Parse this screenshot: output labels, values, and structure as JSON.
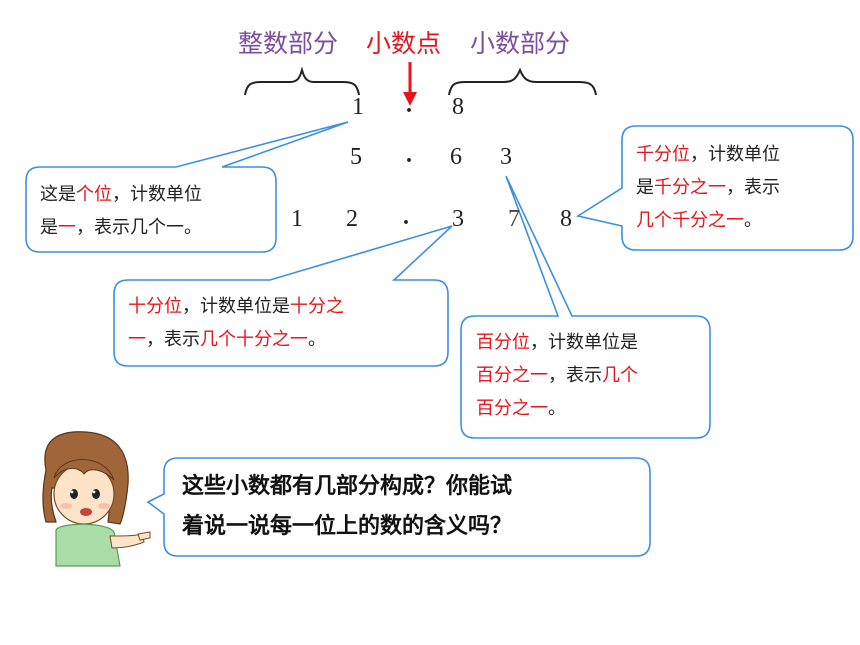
{
  "header": {
    "integer_part": "整数部分",
    "decimal_point": "小数点",
    "decimal_part": "小数部分",
    "colors": {
      "integer_part": "#7b4fa0",
      "decimal_point": "#e8141c",
      "decimal_part": "#7b4fa0"
    }
  },
  "numbers": {
    "row1": [
      "1",
      ".",
      "8"
    ],
    "row2": [
      "5",
      ".",
      "6",
      "3"
    ],
    "row3": [
      "1",
      "2",
      ".",
      "3",
      "7",
      "8"
    ]
  },
  "bubbles": {
    "ones": [
      [
        {
          "t": "这是",
          "h": false
        },
        {
          "t": "个位",
          "h": true
        },
        {
          "t": "，计数单位",
          "h": false
        }
      ],
      [
        {
          "t": "是",
          "h": false
        },
        {
          "t": "一",
          "h": true
        },
        {
          "t": "，表示几个一。",
          "h": false
        }
      ]
    ],
    "tenths": [
      [
        {
          "t": "十分位",
          "h": true
        },
        {
          "t": "，计数单位是",
          "h": false
        },
        {
          "t": "十分之",
          "h": true
        }
      ],
      [
        {
          "t": "一",
          "h": true
        },
        {
          "t": "，表示",
          "h": false
        },
        {
          "t": "几个十分之一",
          "h": true
        },
        {
          "t": "。",
          "h": false
        }
      ]
    ],
    "hundredths": [
      [
        {
          "t": "百分位",
          "h": true
        },
        {
          "t": "，计数单位是",
          "h": false
        }
      ],
      [
        {
          "t": "百分之一",
          "h": true
        },
        {
          "t": "，表示",
          "h": false
        },
        {
          "t": "几个",
          "h": true
        }
      ],
      [
        {
          "t": "百分之一",
          "h": true
        },
        {
          "t": "。",
          "h": false
        }
      ]
    ],
    "thousandths": [
      [
        {
          "t": "千分位",
          "h": true
        },
        {
          "t": "，计数单位",
          "h": false
        }
      ],
      [
        {
          "t": "是",
          "h": false
        },
        {
          "t": "千分之一",
          "h": true
        },
        {
          "t": "，表示",
          "h": false
        }
      ],
      [
        {
          "t": "几个千分之一",
          "h": true
        },
        {
          "t": "。",
          "h": false
        }
      ]
    ]
  },
  "question": {
    "line1": "这些小数都有几部分构成？你能试",
    "line2": "着说一说每一位上的数的含义吗？"
  },
  "colors": {
    "bubble_border": "#3d8fe0",
    "highlight": "#e8141c",
    "arrow": "#e8141c"
  }
}
